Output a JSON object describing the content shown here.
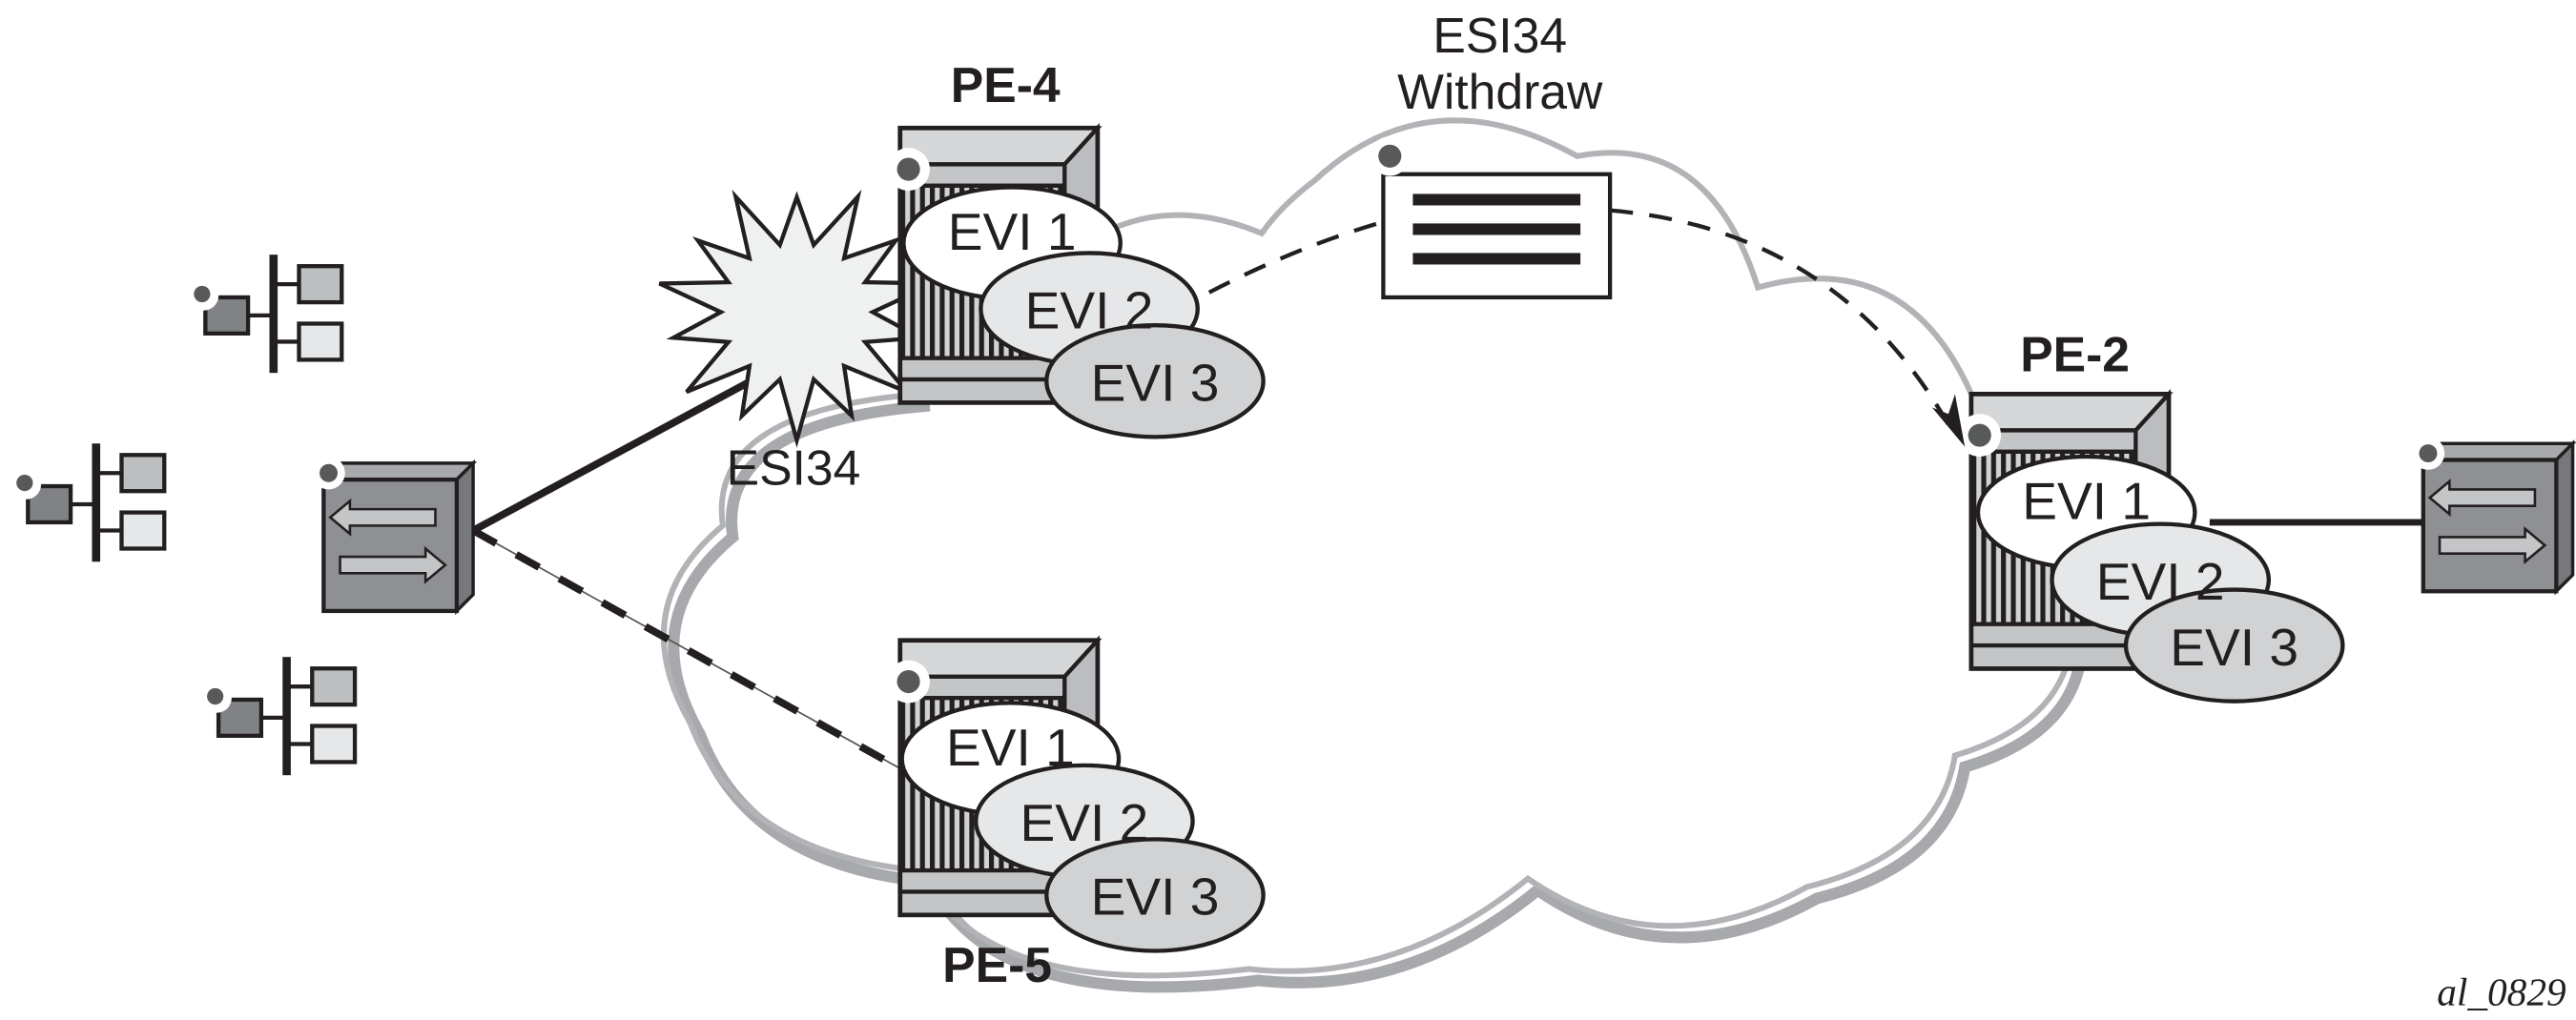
{
  "nodes": {
    "pe4": {
      "label": "PE-4",
      "evis": [
        "EVI 1",
        "EVI 2",
        "EVI 3"
      ]
    },
    "pe5": {
      "label": "PE-5",
      "evis": [
        "EVI 1",
        "EVI 2",
        "EVI 3"
      ]
    },
    "pe2": {
      "label": "PE-2",
      "evis": [
        "EVI 1",
        "EVI 2",
        "EVI 3"
      ]
    }
  },
  "failure": {
    "label": "ESI34"
  },
  "message": {
    "line1": "ESI34",
    "line2": "Withdraw"
  },
  "figure_id": "al_0829",
  "colors": {
    "cloud": "#b1b3b6",
    "evi1": "#ffffff",
    "evi2": "#e6e7e8",
    "evi3": "#d1d2d4",
    "switch": "#8f9094",
    "outline": "#231f20"
  }
}
